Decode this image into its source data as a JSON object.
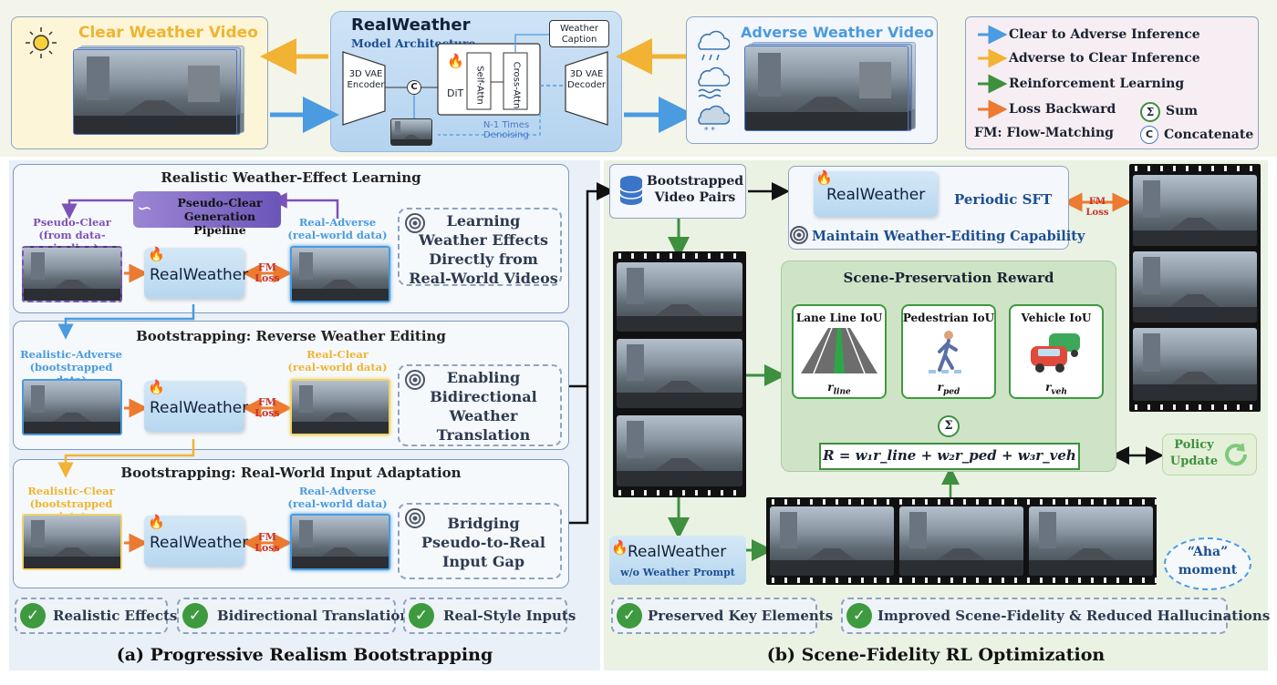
{
  "top": {
    "clear_title": "Clear Weather Video",
    "adverse_title": "Adverse Weather Video",
    "arch": {
      "title": "RealWeather",
      "subtitle": "Model Architecture",
      "caption": "Weather\nCaption",
      "encoder": "3D VAE\nEncoder",
      "decoder": "3D VAE\nDecoder",
      "concat": "C",
      "dit": "DiT",
      "self_attn": "Self-Attn",
      "cross_attn": "Cross-Attn",
      "loop_label": "N-1 Times\nDenoising"
    },
    "legend": {
      "clear_to_adverse": "Clear to Adverse Inference",
      "adverse_to_clear": "Adverse to Clear Inference",
      "rl": "Reinforcement Learning",
      "loss": "Loss Backward",
      "sum_symbol": "Σ",
      "sum": "Sum",
      "fm": "FM: Flow-Matching",
      "concat_symbol": "C",
      "concat": "Concatenate",
      "colors": {
        "blue": "#4a9be0",
        "yellow": "#f2b233",
        "green": "#3e8f3e",
        "orange": "#ec7a30"
      }
    }
  },
  "left": {
    "stage1": {
      "title": "Realistic Weather-Effect Learning",
      "pipeline": "Pseudo-Clear\nGeneration Pipeline",
      "input_label": "Pseudo-Clear\n(from data-pipeline)",
      "target_label": "Real-Adverse\n(real-world data)",
      "model": "RealWeather",
      "fm": "FM\nLoss",
      "goal": "Learning\nWeather Effects\nDirectly from\nReal-World Videos"
    },
    "stage2": {
      "title": "Bootstrapping: Reverse Weather Editing",
      "input_label": "Realistic-Adverse\n(bootstrapped data)",
      "target_label": "Real-Clear\n(real-world data)",
      "model": "RealWeather",
      "fm": "FM\nLoss",
      "goal": "Enabling\nBidirectional\nWeather\nTranslation"
    },
    "stage3": {
      "title": "Bootstrapping: Real-World Input Adaptation",
      "input_label": "Realistic-Clear\n(bootstrapped data)",
      "target_label": "Real-Adverse\n(real-world data)",
      "model": "RealWeather",
      "fm": "FM\nLoss",
      "goal": "Bridging\nPseudo-to-Real\nInput Gap"
    },
    "checks": [
      "Realistic Effects",
      "Bidirectional Translation",
      "Real-Style Inputs"
    ],
    "caption": "(a) Progressive Realism Bootstrapping"
  },
  "right": {
    "pairs": "Bootstrapped\nVideo Pairs",
    "sft": {
      "model": "RealWeather",
      "title": "Periodic SFT",
      "maintain": "Maintain Weather-Editing Capability",
      "fm": "FM\nLoss"
    },
    "reward": {
      "title": "Scene-Preservation Reward",
      "lane": {
        "title": "Lane Line IoU",
        "r": "r",
        "sub": "line"
      },
      "ped": {
        "title": "Pedestrian IoU",
        "r": "r",
        "sub": "ped"
      },
      "veh": {
        "title": "Vehicle IoU",
        "r": "r",
        "sub": "veh"
      },
      "sum_symbol": "Σ",
      "formula": "R = w₁r_line + w₂r_ped + w₃r_veh"
    },
    "policy": "Policy\nUpdate",
    "noprompt": {
      "model": "RealWeather",
      "sub": "w/o Weather Prompt"
    },
    "aha": "“Aha”\nmoment",
    "checks": [
      "Preserved Key Elements",
      "Improved Scene-Fidelity & Reduced Hallucinations"
    ],
    "caption": "(b) Scene-Fidelity RL Optimization"
  }
}
